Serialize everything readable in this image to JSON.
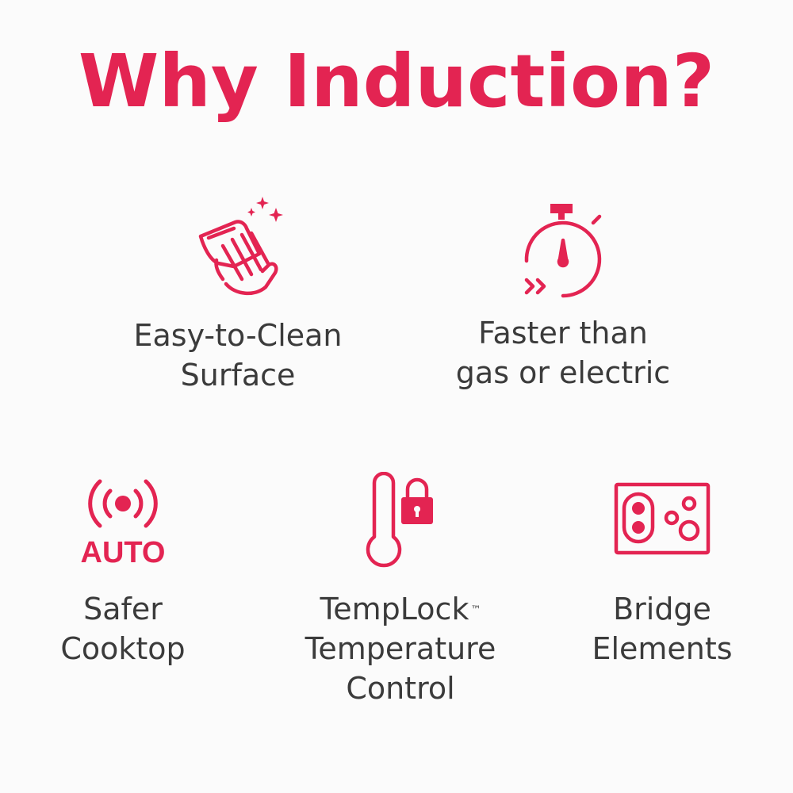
{
  "page": {
    "title": "Why Induction?",
    "accent_color": "#e32452",
    "text_color": "#3b3b3b",
    "background_color": "#fbfbfb"
  },
  "features": [
    {
      "icon": "wipe-clean-icon",
      "label_lines": [
        "Easy-to-Clean",
        "Surface"
      ]
    },
    {
      "icon": "stopwatch-fast-icon",
      "label_lines": [
        "Faster than",
        "gas or electric"
      ]
    },
    {
      "icon": "auto-shutoff-icon",
      "icon_text": "AUTO",
      "label_lines": [
        "Safer",
        "Cooktop"
      ]
    },
    {
      "icon": "thermometer-lock-icon",
      "label_lines": [
        "TempLock",
        "Temperature",
        "Control"
      ],
      "trademark": "™"
    },
    {
      "icon": "cooktop-bridge-icon",
      "label_lines": [
        "Bridge",
        "Elements"
      ]
    }
  ]
}
